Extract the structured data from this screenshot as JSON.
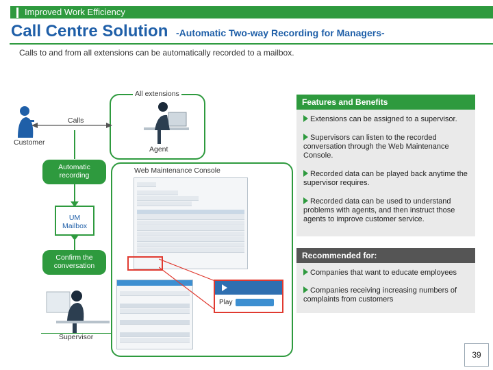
{
  "header": {
    "section": "Improved Work Efficiency",
    "title": "Call Centre Solution",
    "subtitle": "-Automatic Two-way Recording for Managers-",
    "intro": "Calls to and from all extensions can be automatically recorded to a mailbox."
  },
  "diagram": {
    "all_extensions": "All extensions",
    "calls": "Calls",
    "customer": "Customer",
    "agent": "Agent",
    "automatic_recording": "Automatic recording",
    "um_mailbox": "UM Mailbox",
    "confirm": "Confirm the conversation",
    "supervisor": "Supervisor",
    "web_console": "Web Maintenance Console",
    "play_label": "Play"
  },
  "features": {
    "title": "Features and Benefits",
    "items": [
      "Extensions can be assigned to a supervisor.",
      "Supervisors can listen to the recorded conversation through the Web Maintenance Console.",
      "Recorded data can be played back anytime the supervisor requires.",
      "Recorded data can be used to understand problems with agents, and then instruct those agents to improve customer service."
    ]
  },
  "recommended": {
    "title": "Recommended for:",
    "items": [
      "Companies that want to educate employees",
      "Companies receiving increasing numbers of complaints from customers"
    ]
  },
  "page_number": "39",
  "colors": {
    "brand_green": "#2e9a3e",
    "title_blue": "#1f5fa8",
    "highlight_red": "#e03a30"
  }
}
